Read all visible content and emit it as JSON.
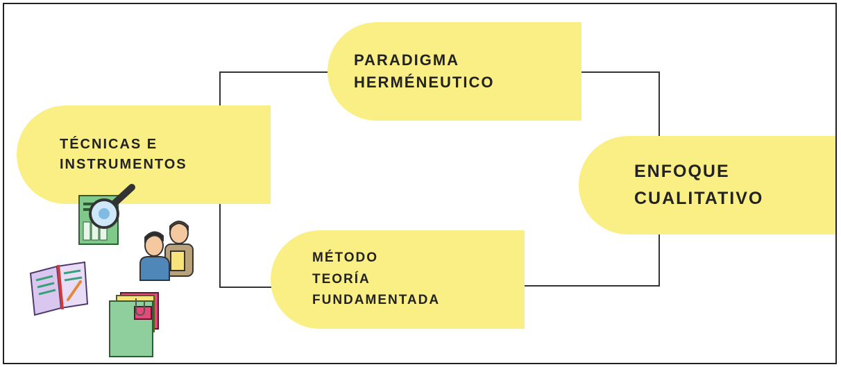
{
  "nodes": {
    "paradigma": {
      "lines": [
        "PARADIGMA",
        "HERMÉNEUTICO"
      ]
    },
    "tecnicas": {
      "lines": [
        "TÉCNICAS E",
        "INSTRUMENTOS"
      ]
    },
    "enfoque": {
      "lines": [
        "ENFOQUE",
        "CUALITATIVO"
      ]
    },
    "metodo": {
      "lines": [
        "MÉTODO",
        "TEORÍA",
        "FUNDAMENTADA"
      ]
    }
  },
  "colors": {
    "pill": "#f9ef84",
    "line": "#222222",
    "text": "#222222"
  },
  "illustrations": [
    "magnifier-document-icon",
    "interview-people-icon",
    "notebook-icon",
    "folder-notes-icon"
  ]
}
